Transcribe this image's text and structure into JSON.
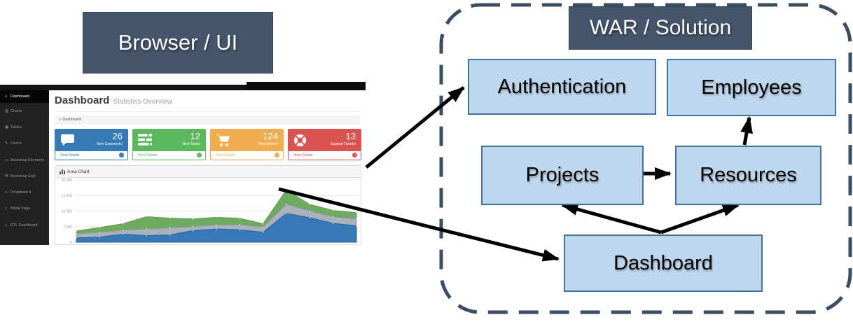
{
  "browser_section": {
    "title": "Browser / UI",
    "screenshot": {
      "sidebar": {
        "items": [
          {
            "label": "Dashboard",
            "icon": "home-icon",
            "glyph": "⌂",
            "active": true
          },
          {
            "label": "Charts",
            "icon": "bar-chart-icon",
            "glyph": "▥",
            "active": false
          },
          {
            "label": "Tables",
            "icon": "table-icon",
            "glyph": "▦",
            "active": false
          },
          {
            "label": "Forms",
            "icon": "edit-icon",
            "glyph": "✎",
            "active": false
          },
          {
            "label": "Bootstrap Elements",
            "icon": "desktop-icon",
            "glyph": "▭",
            "active": false
          },
          {
            "label": "Bootstrap Grid",
            "icon": "wrench-icon",
            "glyph": "⚒",
            "active": false
          },
          {
            "label": "Dropdown ▾",
            "icon": "caret-down-icon",
            "glyph": "≡",
            "active": false
          },
          {
            "label": "Blank Page",
            "icon": "file-icon",
            "glyph": "▯",
            "active": false
          },
          {
            "label": "RTL Dashboard",
            "icon": "dashboard-icon",
            "glyph": "⌂",
            "active": false
          }
        ]
      },
      "header": {
        "title": "Dashboard",
        "subtitle": "Statistics Overview"
      },
      "breadcrumb": {
        "home_glyph": "⌂",
        "label": "Dashboard"
      },
      "stat_panels": [
        {
          "color": "#337ab7",
          "icon": "comments-icon",
          "value": "26",
          "label": "New Comments!",
          "link_label": "View Details"
        },
        {
          "color": "#5cb85c",
          "icon": "tasks-icon",
          "value": "12",
          "label": "New Tasks!",
          "link_label": "View Details"
        },
        {
          "color": "#f0ad4e",
          "icon": "shopping-cart-icon",
          "value": "124",
          "label": "New Orders!",
          "link_label": "View Details"
        },
        {
          "color": "#d9534f",
          "icon": "life-ring-icon",
          "value": "13",
          "label": "Support Tickets!",
          "link_label": "View Details"
        }
      ],
      "chart_panel": {
        "title": "Area Chart"
      }
    }
  },
  "chart_data": {
    "type": "area",
    "stacked": true,
    "title": "Area Chart",
    "x": [
      1,
      2,
      3,
      4,
      5,
      6,
      7,
      8,
      9,
      10,
      11,
      12,
      13
    ],
    "x_axis_visible": false,
    "ylim": [
      0,
      30000
    ],
    "y_ticks": [
      "0",
      "7,500",
      "15,000",
      "22,500",
      "30,000"
    ],
    "grid": true,
    "legend": "none",
    "series": [
      {
        "name": "bottom-blue",
        "color": "#3779b8",
        "stroke": "#2a6496",
        "values": [
          2100,
          2500,
          3900,
          3200,
          3500,
          5600,
          6400,
          6000,
          4800,
          13900,
          11800,
          9100,
          7900
        ]
      },
      {
        "name": "middle-gray",
        "color": "#a9b2ba",
        "stroke": "#8e979e",
        "values": [
          2000,
          2200,
          1900,
          3100,
          3400,
          1900,
          1900,
          2400,
          2500,
          4400,
          3200,
          3100,
          3400
        ]
      },
      {
        "name": "top-green",
        "color": "#6eaa5f",
        "stroke": "#5b9a4c",
        "values": [
          1300,
          2400,
          3100,
          6000,
          4700,
          3700,
          3700,
          3100,
          1600,
          6900,
          3200,
          3100,
          2900
        ]
      }
    ]
  },
  "diagram": {
    "title": "WAR / Solution",
    "boxes": [
      {
        "id": "authentication",
        "label": "Authentication"
      },
      {
        "id": "employees",
        "label": "Employees"
      },
      {
        "id": "projects",
        "label": "Projects"
      },
      {
        "id": "resources",
        "label": "Resources"
      },
      {
        "id": "dashboard",
        "label": "Dashboard"
      }
    ],
    "arrows": [
      {
        "from": "browser-screenshot",
        "to": "authentication"
      },
      {
        "from": "browser-area-chart",
        "to": "dashboard"
      },
      {
        "from": "projects",
        "to": "resources"
      },
      {
        "from": "resources",
        "to": "employees"
      },
      {
        "from": "dashboard",
        "to": "projects"
      },
      {
        "from": "dashboard",
        "to": "resources"
      }
    ]
  },
  "colors": {
    "slate_box": "#45556b",
    "slate_box_border": "#33415a",
    "dashed_border": "#3a4d63",
    "light_blue_fill": "#bdd7ee",
    "light_blue_border": "#41719c",
    "arrow": "#000000",
    "navbar_black": "#141414",
    "sidebar_dark": "#222222",
    "panel_blue": "#337ab7",
    "panel_green": "#5cb85c",
    "panel_orange": "#f0ad4e",
    "panel_red": "#d9534f"
  }
}
